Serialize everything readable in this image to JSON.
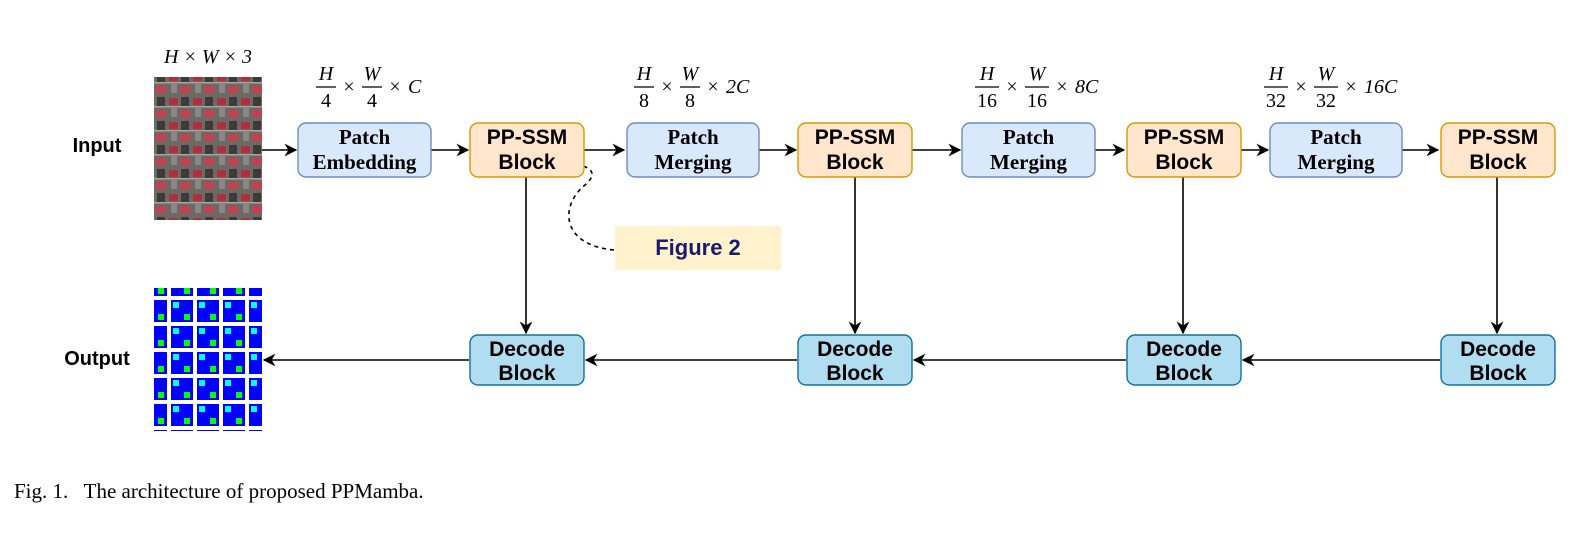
{
  "labels": {
    "input": "Input",
    "output": "Output",
    "input_dims": "H × W × 3"
  },
  "encoder": [
    {
      "line1": "Patch",
      "line2": "Embedding",
      "kind": "patch"
    },
    {
      "line1": "PP-SSM",
      "line2": "Block",
      "kind": "ssm"
    },
    {
      "line1": "Patch",
      "line2": "Merging",
      "kind": "patch"
    },
    {
      "line1": "PP-SSM",
      "line2": "Block",
      "kind": "ssm"
    },
    {
      "line1": "Patch",
      "line2": "Merging",
      "kind": "patch"
    },
    {
      "line1": "PP-SSM",
      "line2": "Block",
      "kind": "ssm"
    },
    {
      "line1": "Patch",
      "line2": "Merging",
      "kind": "patch"
    },
    {
      "line1": "PP-SSM",
      "line2": "Block",
      "kind": "ssm"
    }
  ],
  "decoder": [
    {
      "line1": "Decode",
      "line2": "Block"
    },
    {
      "line1": "Decode",
      "line2": "Block"
    },
    {
      "line1": "Decode",
      "line2": "Block"
    },
    {
      "line1": "Decode",
      "line2": "Block"
    }
  ],
  "dims": [
    {
      "h_num": "H",
      "h_den": "4",
      "w_num": "W",
      "w_den": "4",
      "ch": "C"
    },
    {
      "h_num": "H",
      "h_den": "8",
      "w_num": "W",
      "w_den": "8",
      "ch": "2C"
    },
    {
      "h_num": "H",
      "h_den": "16",
      "w_num": "W",
      "w_den": "16",
      "ch": "8C"
    },
    {
      "h_num": "H",
      "h_den": "32",
      "w_num": "W",
      "w_den": "32",
      "ch": "16C"
    }
  ],
  "times_symbol": "×",
  "callout": "Figure 2",
  "caption": "Fig. 1.   The architecture of proposed PPMamba.",
  "colors": {
    "patch_fill": "#dae8fc",
    "patch_stroke": "#6c8ebf",
    "ssm_fill": "#ffe6cc",
    "ssm_stroke": "#d79b00",
    "decode_fill": "#b1ddf0",
    "decode_stroke": "#10739e",
    "callout_fill": "#fff2cc",
    "callout_text": "#1a1a6e"
  }
}
